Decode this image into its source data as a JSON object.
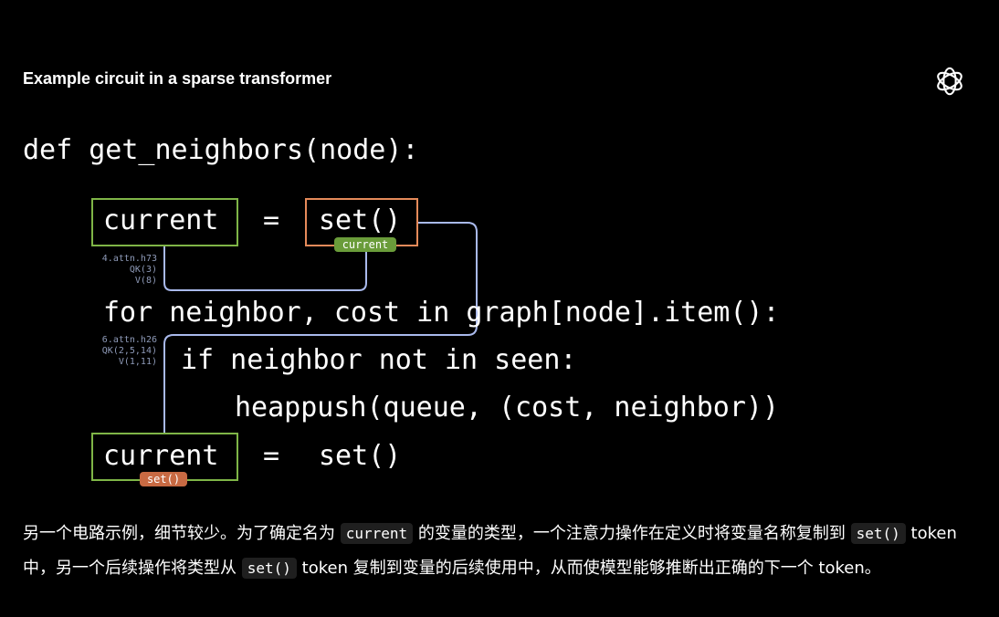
{
  "header": {
    "title": "Example circuit in a sparse transformer",
    "logo_icon": "openai-logo"
  },
  "code": {
    "line1": "def get_neighbors(node):",
    "line2_var": "current",
    "line2_eq": "=",
    "line2_call": "set()",
    "line3": "for neighbor, cost in graph[node].item():",
    "line4": "if neighbor not in seen:",
    "line5": "heappush(queue, (cost, neighbor))",
    "line6_var": "current",
    "line6_eq": "=",
    "line6_call": "set()"
  },
  "tags": {
    "current_tag": "current",
    "set_tag": "set()"
  },
  "heads": {
    "head1": "4.attn.h73\nQK(3)\nV(8)",
    "head2": "6.attn.h26\nQK(2,5,14)\nV(1,11)"
  },
  "colors": {
    "green": "#7fb547",
    "orange": "#e58a5a",
    "connector": "#a9b9ec"
  },
  "paragraph": {
    "part1": "另一个电路示例，细节较少。为了确定名为",
    "chip1": "current",
    "part2": "的变量的类型，一个注意力操作在定义时将变量名称复制到",
    "chip2": "set()",
    "part3": "token 中，另一个后续操作将类型从",
    "chip3": "set()",
    "part4": "token 复制到变量的后续使用中，从而使模型能够推断出正确的下一个 token。"
  }
}
